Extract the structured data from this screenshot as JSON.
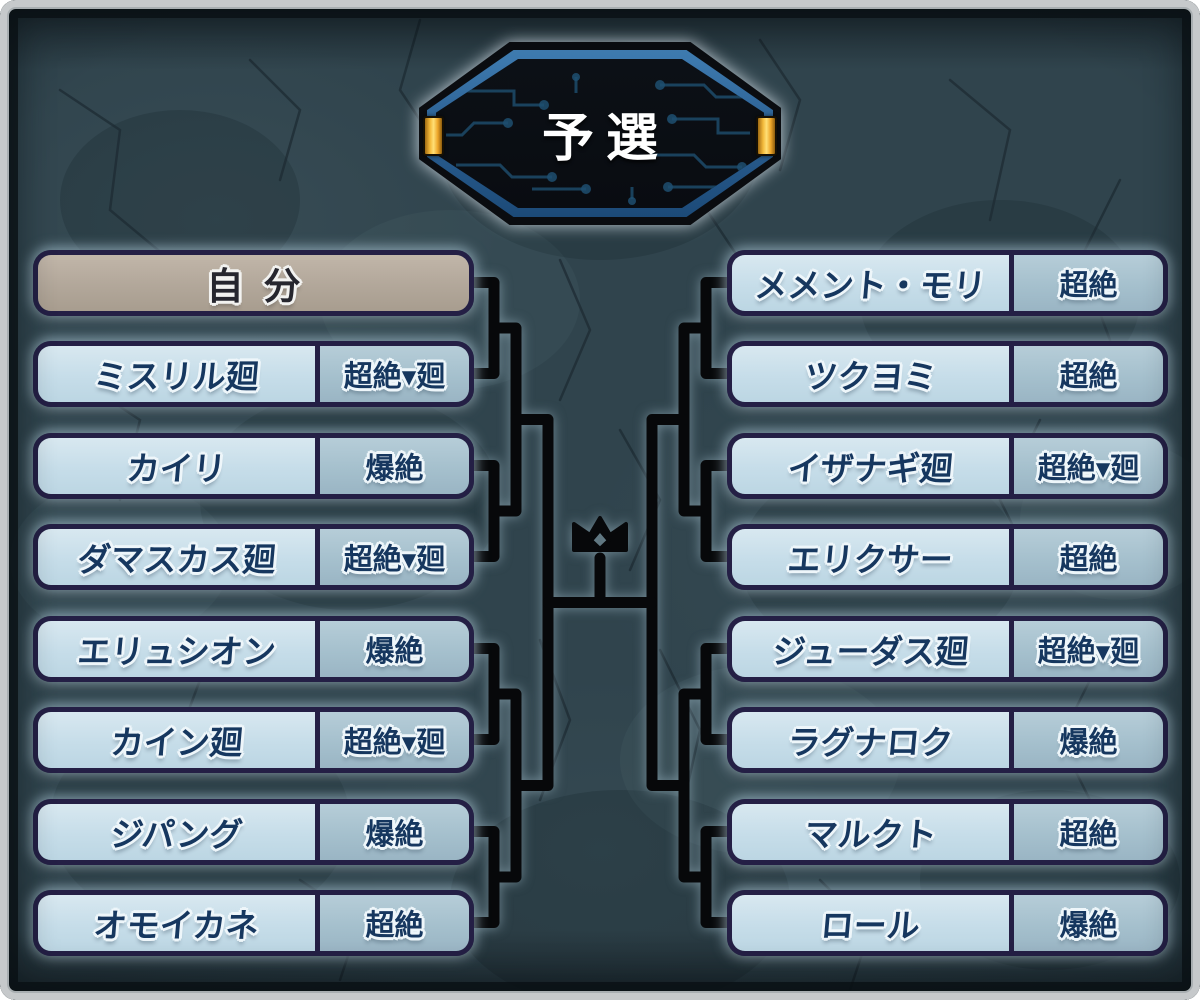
{
  "header": {
    "title": "予選"
  },
  "bracket": {
    "left": [
      {
        "name": "自分",
        "is_self": true
      },
      {
        "name": "ミスリル廻",
        "difficulty": "超絶▾廻"
      },
      {
        "name": "カイリ",
        "difficulty": "爆絶"
      },
      {
        "name": "ダマスカス廻",
        "difficulty": "超絶▾廻"
      },
      {
        "name": "エリュシオン",
        "difficulty": "爆絶"
      },
      {
        "name": "カイン廻",
        "difficulty": "超絶▾廻"
      },
      {
        "name": "ジパング",
        "difficulty": "爆絶"
      },
      {
        "name": "オモイカネ",
        "difficulty": "超絶"
      }
    ],
    "right": [
      {
        "name": "メメント・モリ",
        "difficulty": "超絶"
      },
      {
        "name": "ツクヨミ",
        "difficulty": "超絶"
      },
      {
        "name": "イザナギ廻",
        "difficulty": "超絶▾廻"
      },
      {
        "name": "エリクサー",
        "difficulty": "超絶"
      },
      {
        "name": "ジューダス廻",
        "difficulty": "超絶▾廻"
      },
      {
        "name": "ラグナロク",
        "difficulty": "爆絶"
      },
      {
        "name": "マルクト",
        "difficulty": "超絶"
      },
      {
        "name": "ロール",
        "difficulty": "爆絶"
      }
    ]
  },
  "colors": {
    "entry_fill": "#c6dde9",
    "badge_fill": "#a5c0cd",
    "self_fill": "#b2a79a",
    "entry_border": "#241f45",
    "text_navy": "#16375f",
    "line_black": "#07080a",
    "banner_blue": "#2c6194",
    "banner_gold": "#f3b93a",
    "background": "#30444d"
  }
}
